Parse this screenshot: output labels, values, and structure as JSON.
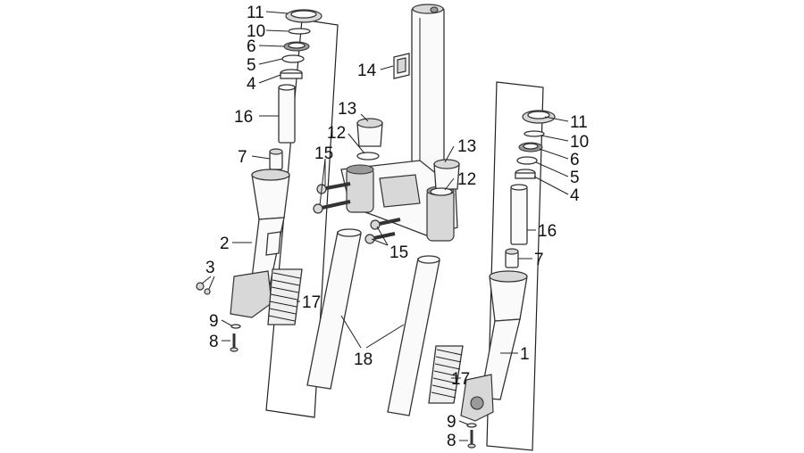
{
  "callouts": {
    "L_top_11": "11",
    "L_top_10": "10",
    "L_top_6": "6",
    "L_top_5": "5",
    "L_top_4": "4",
    "L_16": "16",
    "L_7": "7",
    "L_2": "2",
    "L_3": "3",
    "L_9": "9",
    "L_8": "8",
    "L_17": "17",
    "C_14": "14",
    "C_13a": "13",
    "C_12a": "12",
    "C_15a": "15",
    "C_13b": "13",
    "C_12b": "12",
    "C_15b": "15",
    "C_18": "18",
    "R_11": "11",
    "R_10": "10",
    "R_6": "6",
    "R_5": "5",
    "R_4": "4",
    "R_16": "16",
    "R_7": "7",
    "R_1": "1",
    "R_17": "17",
    "R_9": "9",
    "R_8": "8"
  }
}
